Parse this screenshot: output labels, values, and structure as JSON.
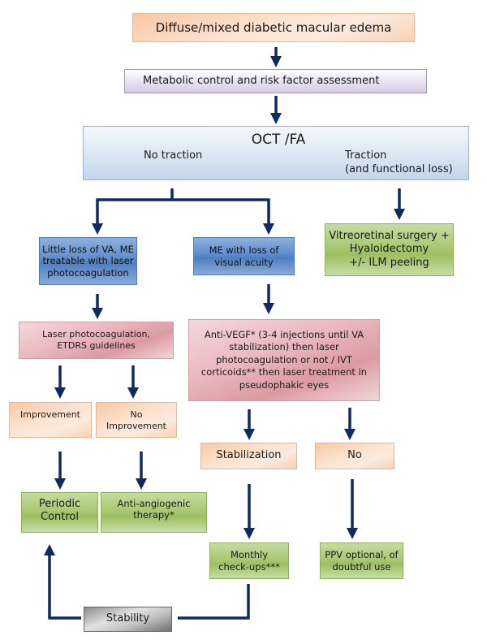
{
  "colors": {
    "arrow": "#0f2a5f",
    "orange_box": "#fbd9bd",
    "purple_box": "#e3dbed",
    "light_blue_box": "#d6e3f1",
    "blue_box": "#5f8cca",
    "green_box": "#aecc7b",
    "pink_box": "#e6b1b7",
    "gray_box": "#bfbfbf"
  },
  "nodes": {
    "start": "Diffuse/mixed diabetic macular edema",
    "assessment": "Metabolic control and risk factor assessment",
    "oct": {
      "title": "OCT /FA",
      "left_label": "No traction",
      "right_label_1": "Traction",
      "right_label_2": "(and functional loss)"
    },
    "little_loss": [
      "Little loss of VA, ME",
      "treatable with laser",
      "photocoagulation"
    ],
    "me_loss": [
      "ME with loss of",
      "visual acuity"
    ],
    "vitreoretinal": [
      "Vitreoretinal surgery +",
      "Hyaloidectomy",
      "+/- ILM peeling"
    ],
    "laser": [
      "Laser photocoagulation,",
      "ETDRS guidelines"
    ],
    "anti_vegf": [
      "Anti-VEGF* (3-4 injections until VA",
      "stabilization) then laser",
      "photocoagulation or not / IVT",
      "corticoids** then laser treatment in",
      "pseudophakic eyes"
    ],
    "improvement": "Improvement",
    "no_improvement": [
      "No",
      "Improvement"
    ],
    "stabilization": "Stabilization",
    "no": "No",
    "periodic_control": [
      "Periodic",
      "Control"
    ],
    "anti_angiogenic": [
      "Anti-angiogenic",
      "therapy*"
    ],
    "monthly": [
      "Monthly",
      "check-ups***"
    ],
    "ppv": [
      "PPV optional, of",
      "doubtful use"
    ],
    "stability": "Stability"
  }
}
